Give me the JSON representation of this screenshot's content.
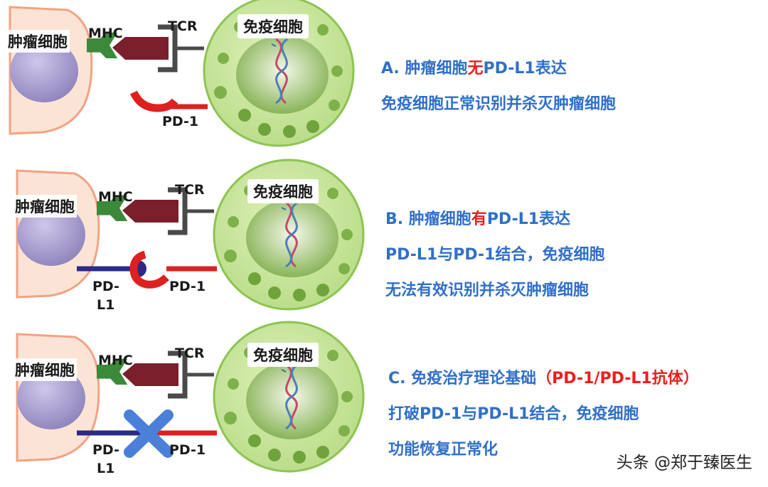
{
  "labels": {
    "tumor_cell": "肿瘤细胞",
    "immune_cell": "免疫细胞",
    "mhc": "MHC",
    "tcr": "TCR",
    "pd1": "PD-1",
    "pdl1_line1": "PD-",
    "pdl1_line2": "L1"
  },
  "panel_a": {
    "line1_pre": "A. 肿瘤细胞",
    "line1_hl": "无",
    "line1_post": "PD-L1表达",
    "line2": "免疫细胞正常识别并杀灭肿瘤细胞"
  },
  "panel_b": {
    "line1_pre": "B. 肿瘤细胞",
    "line1_hl": "有",
    "line1_post": "PD-L1表达",
    "line2": "PD-L1与PD-1结合，免疫细胞",
    "line3": "无法有效识别并杀灭肿瘤细胞"
  },
  "panel_c": {
    "line1_pre": "C. 免疫治疗理论基础",
    "line1_hl": "（PD-1/PD-L1抗体）",
    "line2": "打破PD-1与PD-L1结合，免疫细胞",
    "line3": "功能恢复正常化"
  },
  "watermark": "头条 @郑于臻医生",
  "colors": {
    "tumor_fill": "#fbe4d6",
    "tumor_stroke": "#f3a283",
    "nucleus": "#9e93c4",
    "immune_fill": "#c9e59a",
    "immune_stroke": "#8ec353",
    "immune_nucleus": "#97bd62",
    "mhc": "#3a8a3a",
    "tcr_peptide": "#7a1f2b",
    "tcr_bracket": "#4a4a4a",
    "pd1": "#df2020",
    "pdl1": "#2a2a8a",
    "block_x": "#4a80d8",
    "text_blue": "#2f6fc9",
    "text_red": "#ee1c1c"
  }
}
